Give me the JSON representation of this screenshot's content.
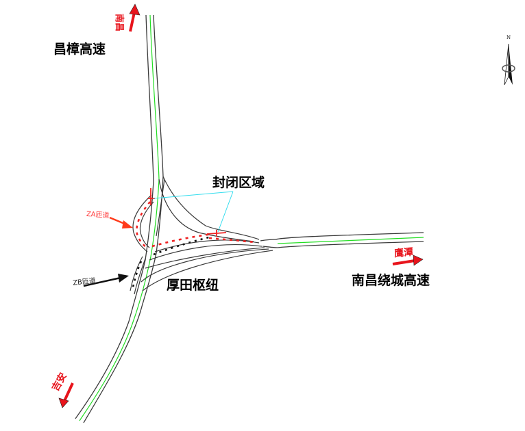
{
  "map": {
    "labels": {
      "changzhang_expressway": "昌樟高速",
      "nanchang_ring_expressway": "南昌绕城高速",
      "houtian_hub": "厚田枢纽",
      "closed_area": "封闭区域",
      "za_ramp": "ZA匝道",
      "zb_ramp": "ZB匝道"
    },
    "directions": {
      "north": "南昌",
      "east": "鹰潭",
      "southwest": "吉安"
    },
    "compass": {
      "label": "N"
    },
    "colors": {
      "road_edge": "#3a3a3a",
      "center_line": "#22dd22",
      "closure_marker": "#ee2222",
      "black_marker": "#111111",
      "leader_line": "#33ddee",
      "direction_arrow": "#e8141c"
    }
  }
}
